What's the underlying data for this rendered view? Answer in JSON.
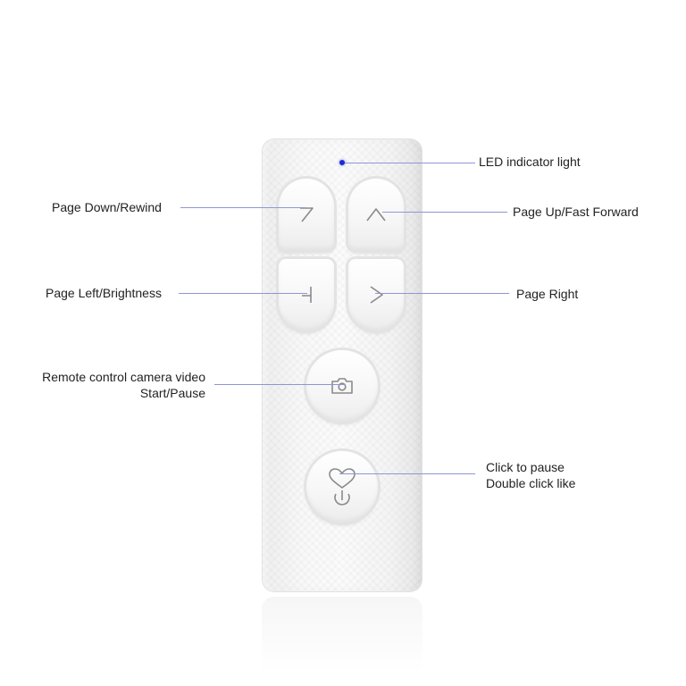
{
  "colors": {
    "led": "#1f2bd6",
    "callout_line": "#8f95d6",
    "label_text": "#222222",
    "remote_body": "#f5f5f5"
  },
  "buttons": [
    {
      "name": "page-down-rewind-button",
      "icon": "diagonal-arrow-icon"
    },
    {
      "name": "page-up-fast-forward-button",
      "icon": "up-chevron-icon"
    },
    {
      "name": "page-left-brightness-button",
      "icon": "left-chevron-icon"
    },
    {
      "name": "page-right-button",
      "icon": "right-chevron-icon"
    },
    {
      "name": "camera-button",
      "icon": "camera-icon"
    },
    {
      "name": "power-heart-button",
      "icon": "heart-power-icon"
    }
  ],
  "labels": {
    "led": "LED indicator light",
    "page_down": "Page Down/Rewind",
    "page_up": "Page Up/Fast Forward",
    "page_left": "Page Left/Brightness",
    "page_right": "Page Right",
    "camera_line1": "Remote control camera video",
    "camera_line2": "Start/Pause",
    "pause_line1": "Click to pause",
    "pause_line2": "Double click like"
  }
}
